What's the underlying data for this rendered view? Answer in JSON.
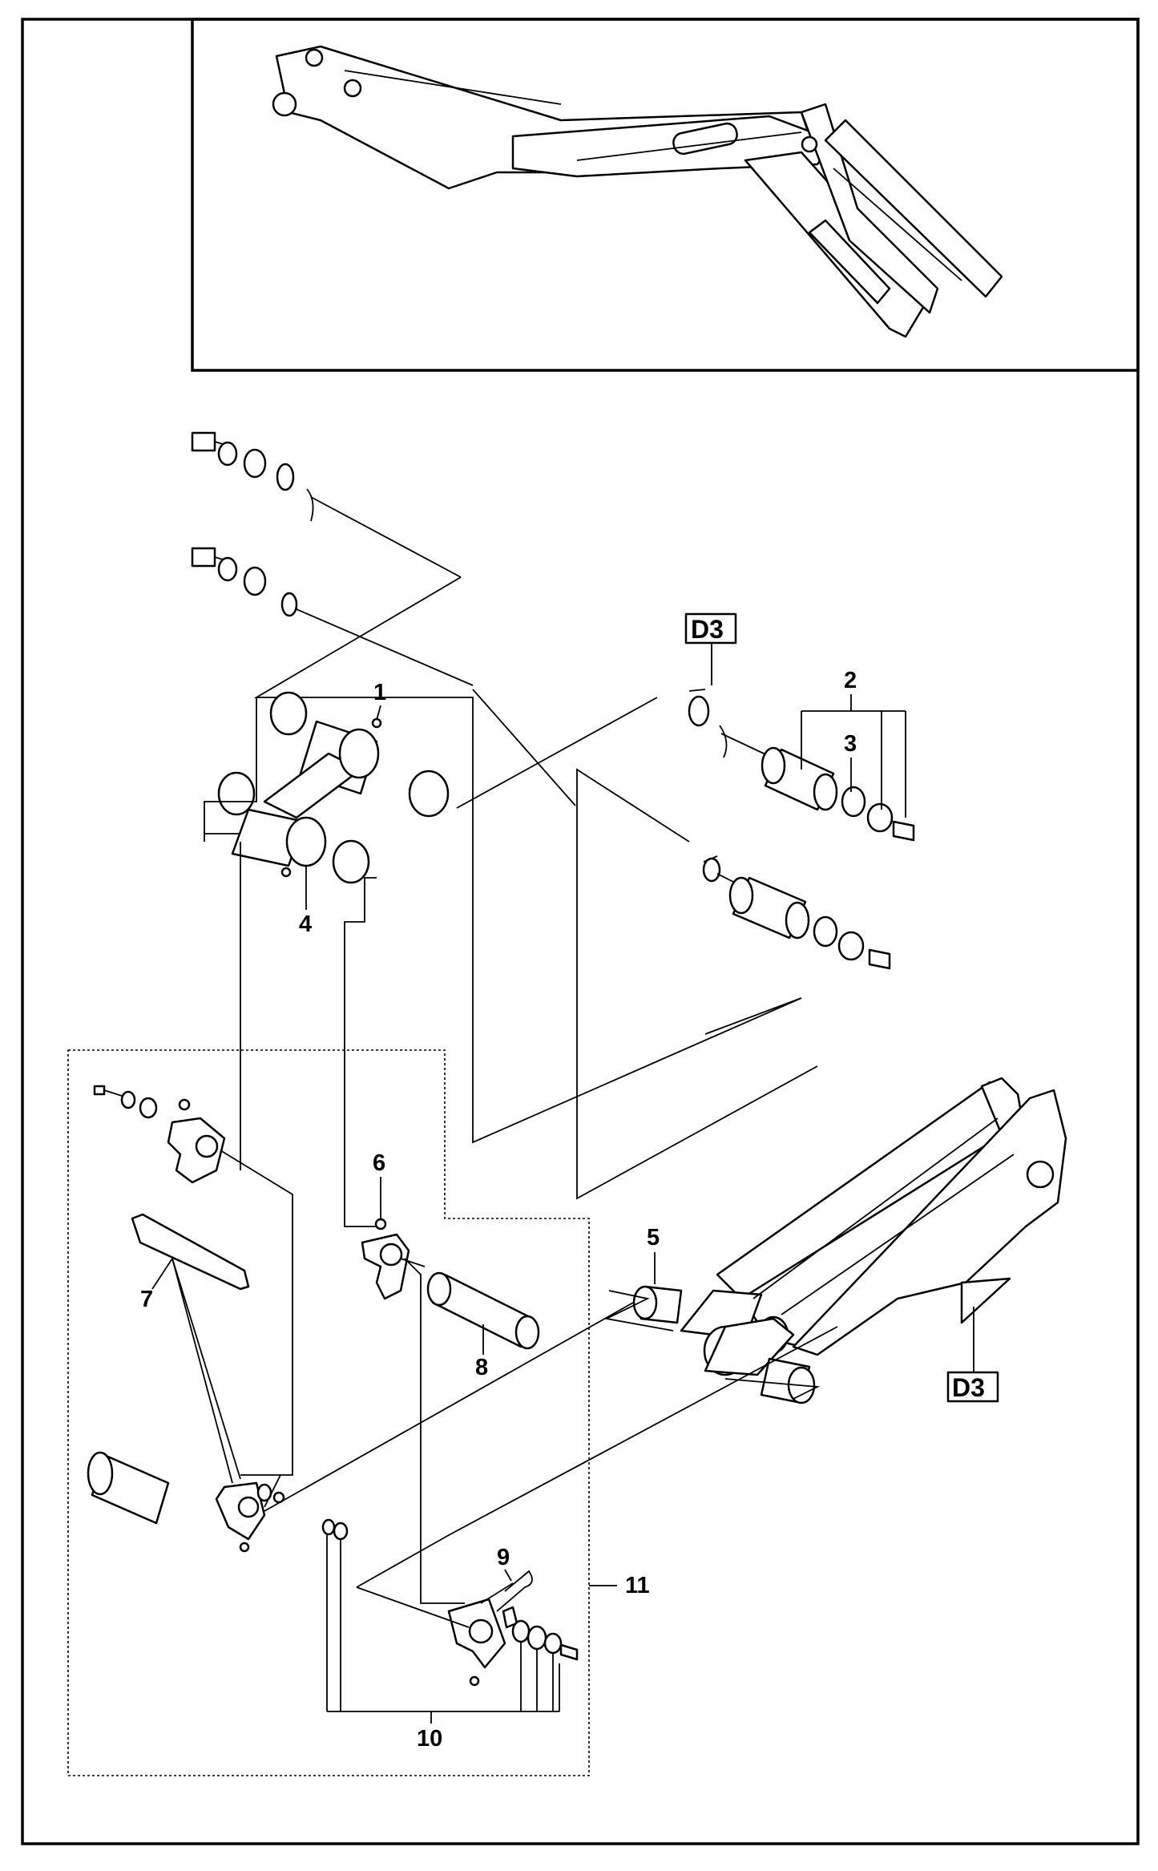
{
  "labels": {
    "p1": "1",
    "p2": "2",
    "p3": "3",
    "p4": "4",
    "p5": "5",
    "p6": "6",
    "p7": "7",
    "p8": "8",
    "p9": "9",
    "p10": "10",
    "p11": "11"
  },
  "refs": {
    "top": "D3",
    "right": "D3"
  }
}
